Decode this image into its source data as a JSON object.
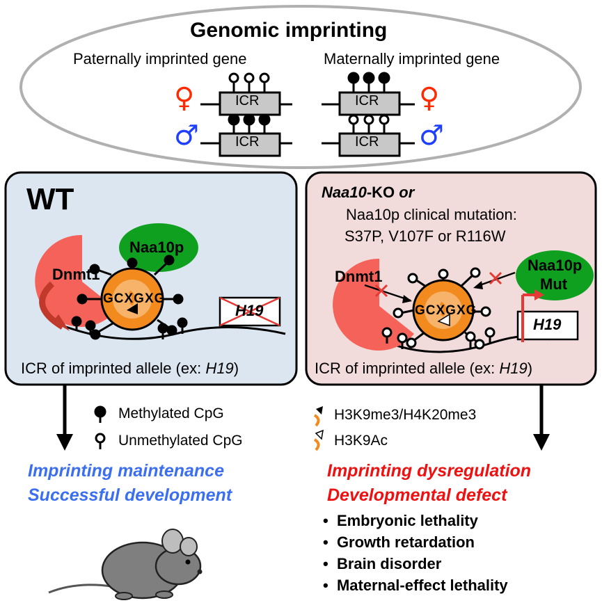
{
  "header": {
    "title": "Genomic imprinting",
    "paternal_label": "Paternally imprinted gene",
    "maternal_label": "Maternally imprinted gene",
    "icr": "ICR",
    "female_symbol": "♀",
    "male_symbol": "♂"
  },
  "wt_panel": {
    "title": "WT",
    "dnmt1": "Dnmt1",
    "naa10p": "Naa10p",
    "sequence": "GCXGXG",
    "gene": "H19",
    "caption_prefix": "ICR of imprinted allele (ex: ",
    "caption_gene": "H19",
    "caption_suffix": ")",
    "bg_color": "#dce6f1"
  },
  "mut_panel": {
    "title_italic": "Naa10",
    "title_rest": "-KO",
    "title_or": " or",
    "line2": "Naa10p clinical mutation:",
    "line3": "S37P, V107F or R116W",
    "dnmt1": "Dnmt1",
    "naa10p_line1": "Naa10p",
    "naa10p_line2": "Mut",
    "sequence": "GCXGXG",
    "gene": "H19",
    "caption_prefix": "ICR of imprinted allele (ex: ",
    "caption_gene": "H19",
    "caption_suffix": ")",
    "bg_color": "#f2dcdb"
  },
  "legend": {
    "methylated": "Methylated CpG",
    "unmethylated": "Unmethylated CpG",
    "h3k9me3": "H3K9me3/H4K20me3",
    "h3k9ac": "H3K9Ac"
  },
  "outcomes": {
    "wt_line1": "Imprinting maintenance",
    "wt_line2": "Successful development",
    "mut_line1": "Imprinting dysregulation",
    "mut_line2": "Developmental defect",
    "bullets": [
      "Embryonic lethality",
      "Growth retardation",
      "Brain disorder",
      "Maternal-effect lethality"
    ]
  },
  "colors": {
    "female": "#ff2a00",
    "male": "#1f3fff",
    "dnmt1": "#f4625a",
    "naa10p": "#10a020",
    "nucleosome": "#f28a1e",
    "wt_text": "#3b6ff0",
    "mut_text": "#ee1111"
  }
}
